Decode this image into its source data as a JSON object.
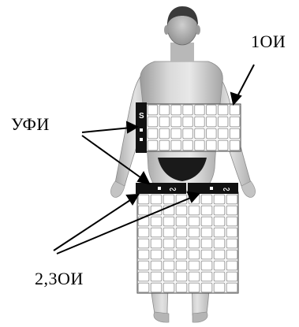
{
  "labels": {
    "first_irradiator": "1ОИ",
    "phototherapy_unit": "УФИ",
    "second_third_irradiators": "2,3ОИ"
  },
  "symbols": {
    "upper_panel_mark": "S",
    "lower_panel_mark": "∾"
  },
  "colors": {
    "skin_light": "#e6e6e6",
    "skin_mid": "#bdbdbd",
    "skin_dark": "#8f8f8f",
    "hair": "#3a3a3a",
    "garment": "#1a1a1a",
    "panel_frame": "#111111",
    "grid_line": "#9a9a9a",
    "cell_fill": "#f7f7f7"
  }
}
